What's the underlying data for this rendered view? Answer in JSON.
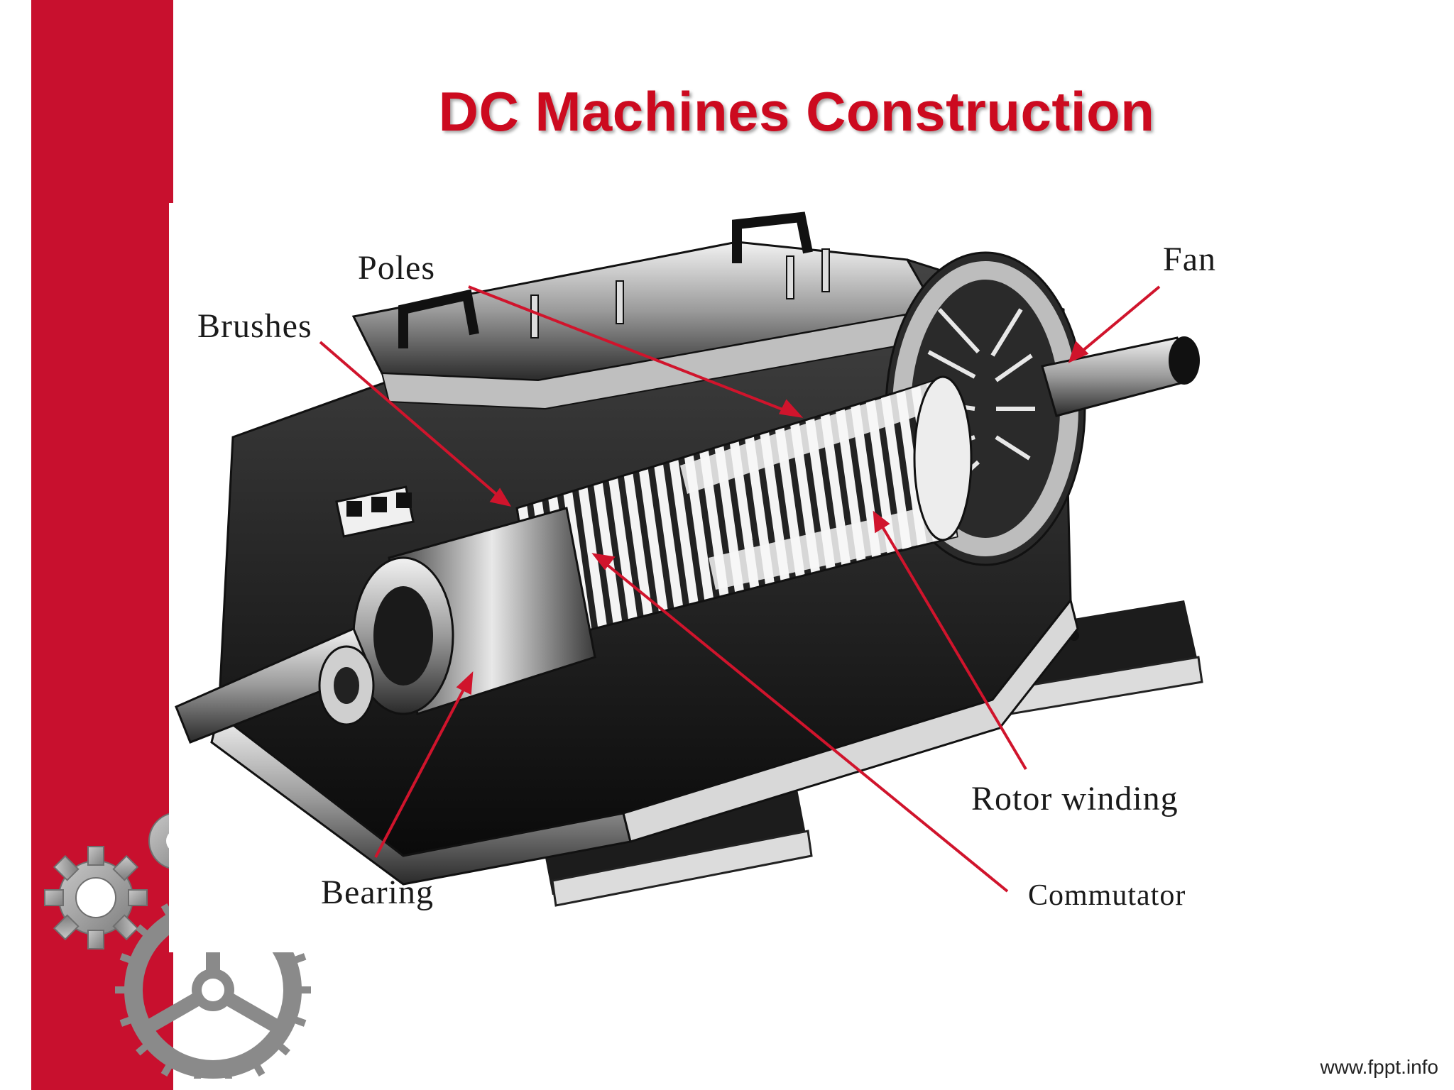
{
  "slide": {
    "title": "DC Machines Construction",
    "footer": "www.fppt.info",
    "accent_color": "#c8102e"
  },
  "diagram": {
    "subject": "DC machine cutaway",
    "labels": {
      "poles": "Poles",
      "brushes": "Brushes",
      "fan": "Fan",
      "rotor_winding": "Rotor winding",
      "bearing": "Bearing",
      "commutator": "Commutator"
    },
    "arrow_color": "#d0142c"
  },
  "decoration": {
    "icon": "gears-icon"
  }
}
